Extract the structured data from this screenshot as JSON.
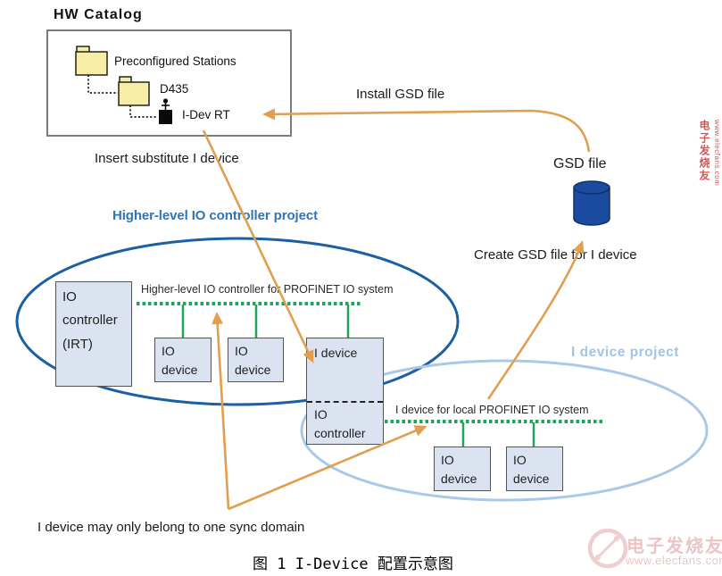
{
  "colors": {
    "orange": "#df9f4e",
    "green": "#1ea55a",
    "ellipse1": "#1d5fa3",
    "ellipse2": "#a8c9e9",
    "box_fill": "#dbe3f1",
    "box_border": "#545454",
    "cylinder": "#1b4b9e",
    "cylinder_stroke": "#123063",
    "folder_fill": "#f7eda4",
    "blue_label": "#2e74b8",
    "light_blue_label": "#9fc5e8",
    "wm": "#d98c8c",
    "wm_red": "#c83c3c"
  },
  "hw_catalog": {
    "title": "HW Catalog",
    "items": [
      "Preconfigured Stations",
      "D435",
      "I-Dev RT"
    ]
  },
  "annotations": {
    "insert_substitute": "Insert substitute I device",
    "install_gsd": "Install GSD file",
    "gsd_file": "GSD file",
    "create_gsd": "Create GSD file for I device",
    "sync_domain": "I device may only belong to one sync domain"
  },
  "higher_project": {
    "title": "Higher-level IO controller project",
    "bus_label": "Higher-level IO controller for PROFINET IO system",
    "io_controller": "IO\ncontroller\n(IRT)",
    "io_device_1": "IO\ndevice",
    "io_device_2": "IO\ndevice",
    "i_device": "I device",
    "i_device_controller": "IO\ncontroller"
  },
  "i_device_project": {
    "title": "I device project",
    "bus_label": "I device for local PROFINET IO system",
    "io_device_1": "IO\ndevice",
    "io_device_2": "IO\ndevice"
  },
  "caption": "图 1 I-Device 配置示意图",
  "watermark": {
    "brand": "电子发烧友",
    "url": "www.elecfans.com"
  }
}
